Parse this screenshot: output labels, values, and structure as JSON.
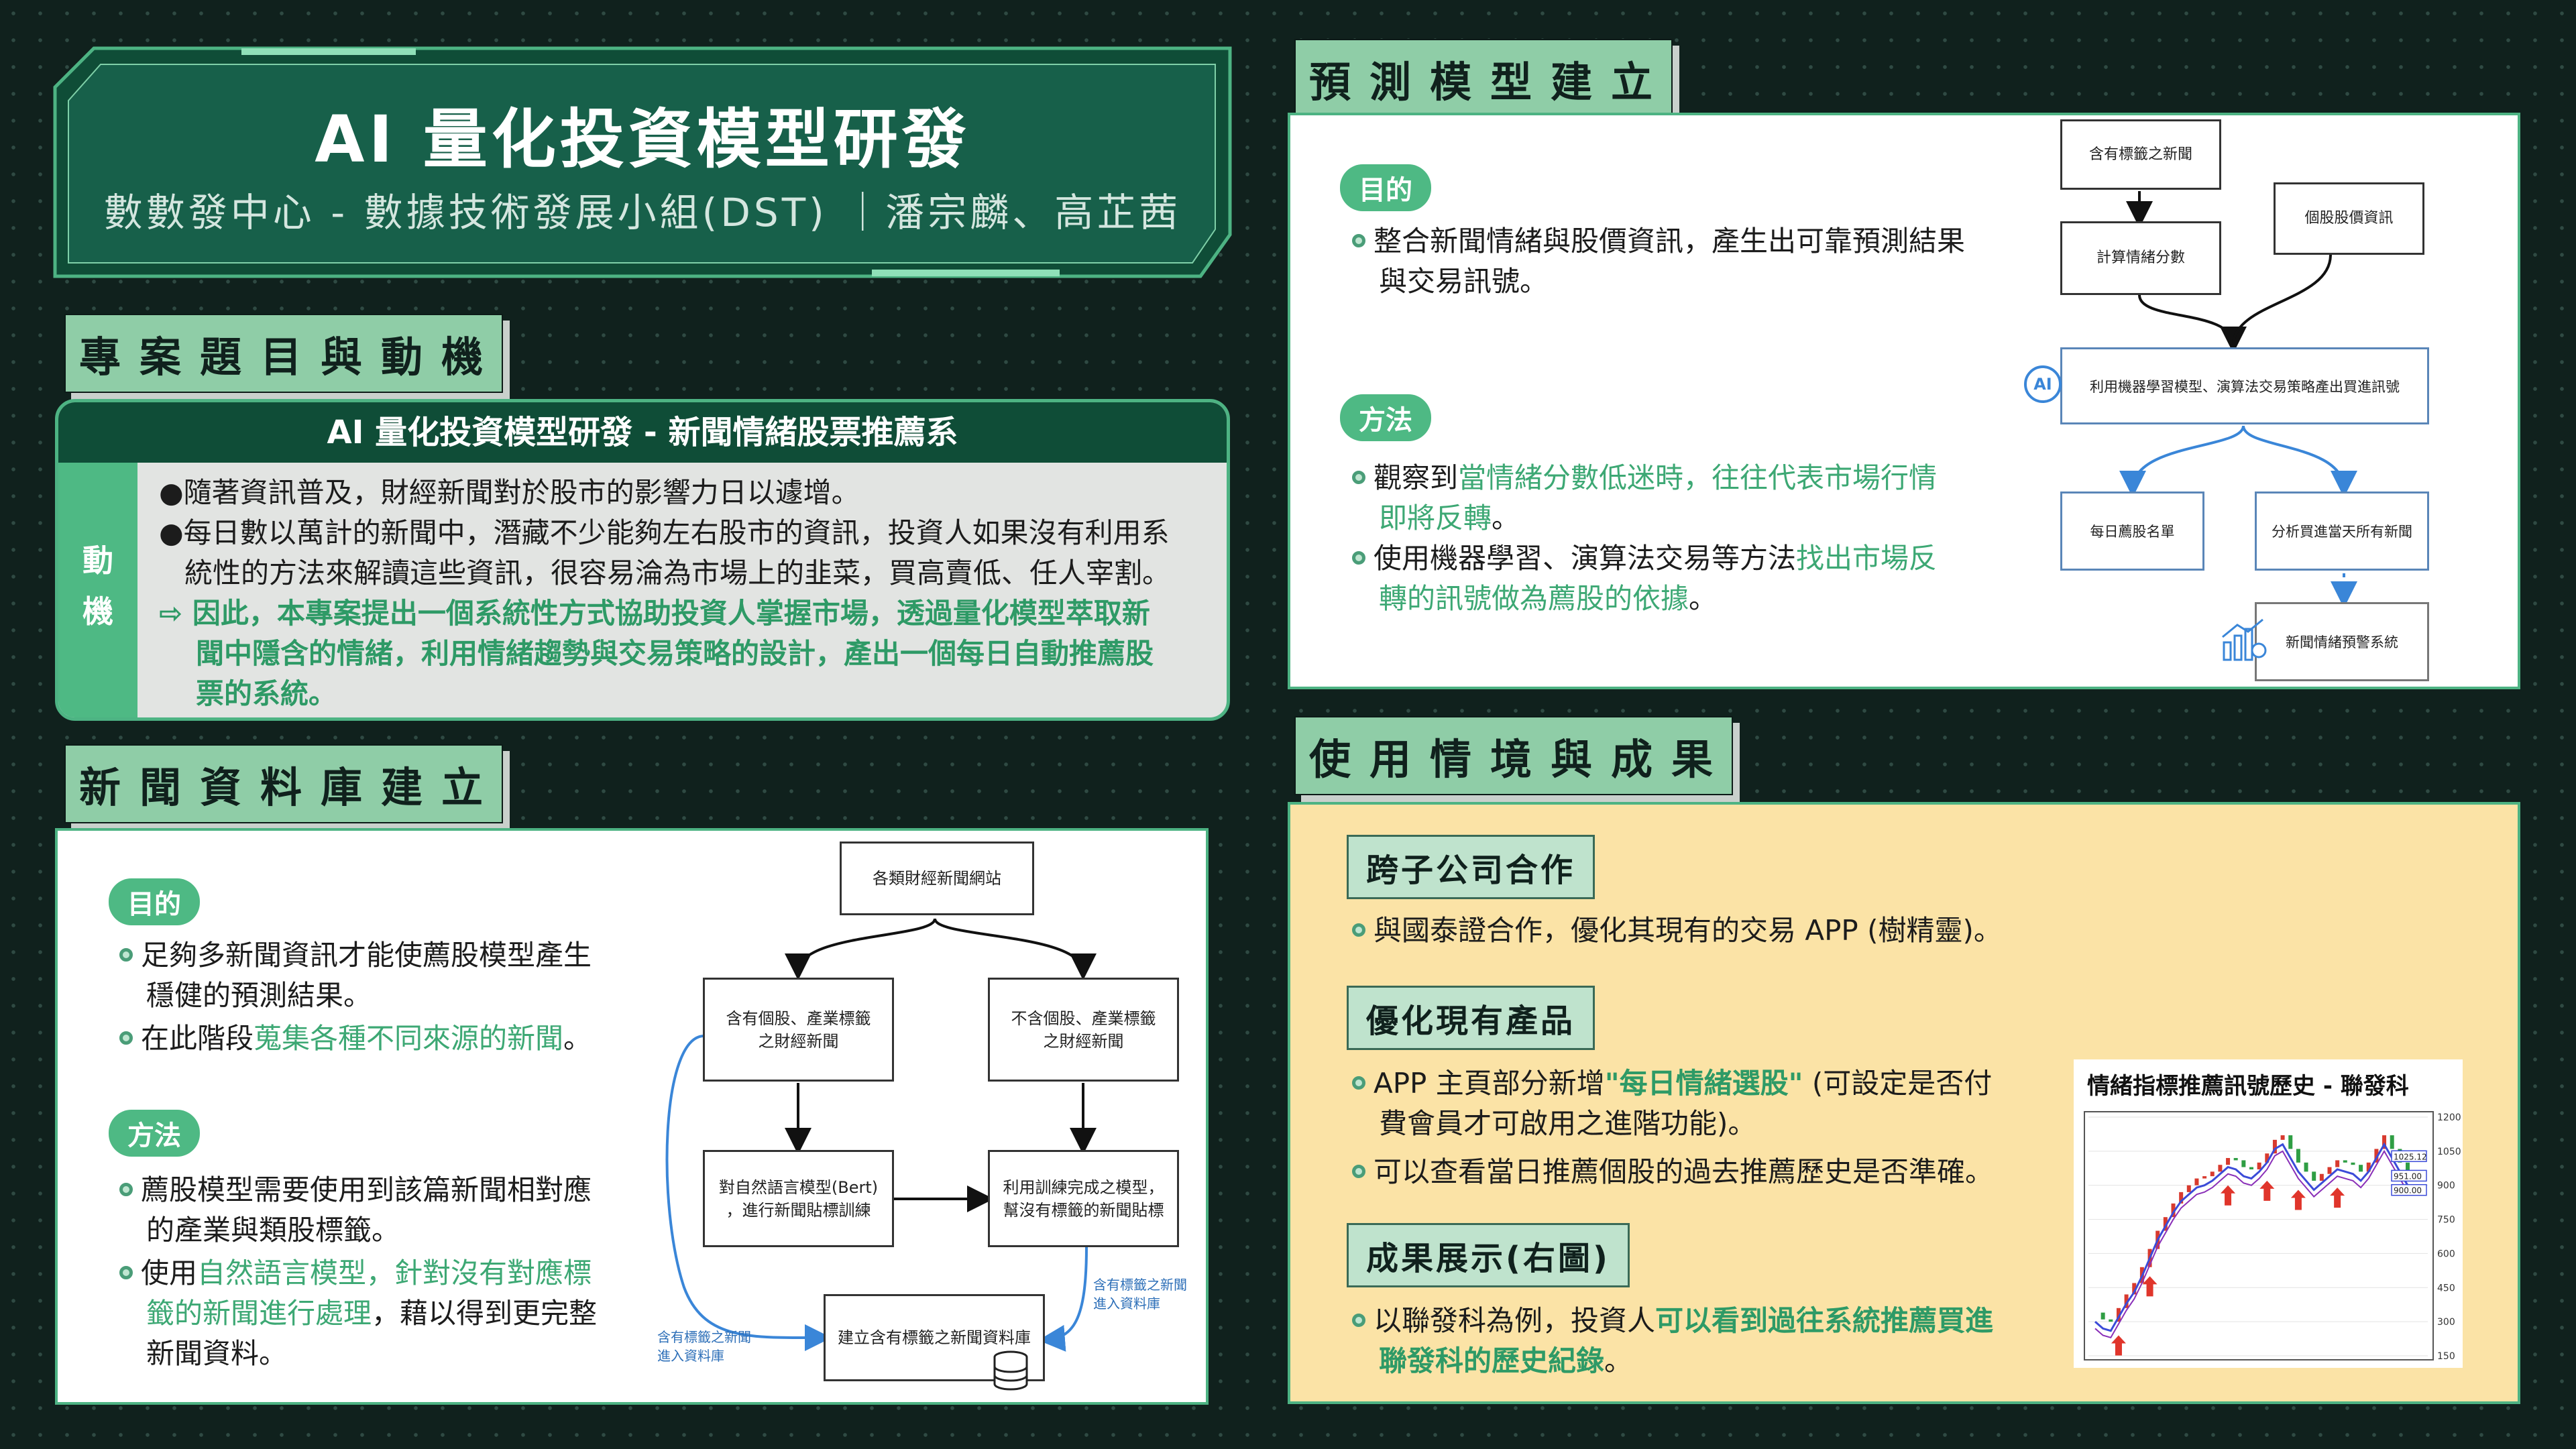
{
  "header": {
    "title": "AI 量化投資模型研發",
    "subtitle": "數數發中心 - 數據技術發展小組(DST) ｜潘宗麟、高芷茜"
  },
  "sections": {
    "motivation_tag": "專案題目與動機",
    "news_db_tag": "新聞資料庫建立",
    "model_tag": "預測模型建立",
    "usage_tag": "使用情境與成果"
  },
  "motivation": {
    "card_title": "AI 量化投資模型研發 - 新聞情緒股票推薦系",
    "side_label_1": "動",
    "side_label_2": "機",
    "bullet1": "●隨著資訊普及，財經新聞對於股市的影響力日以遽增。",
    "bullet2_line1": "●每日數以萬計的新聞中，潛藏不少能夠左右股市的資訊，投資人如果沒有利用系",
    "bullet2_line2": "統性的方法來解讀這些資訊，很容易淪為市場上的韭菜，買高賣低、任人宰割。",
    "conclusion_line1": "⇨ 因此，本專案提出一個系統性方式協助投資人掌握市場，透過量化模型萃取新",
    "conclusion_line2": "聞中隱含的情緒，利用情緒趨勢與交易策略的設計，產出一個每日自動推薦股",
    "conclusion_line3": "票的系統。"
  },
  "news_db": {
    "purpose_pill": "目的",
    "purpose_b1_l1": "足夠多新聞資訊才能使薦股模型產生",
    "purpose_b1_l2": "穩健的預測結果。",
    "purpose_b2_pre": "在此階段",
    "purpose_b2_hl": "蒐集各種不同來源的新聞",
    "purpose_b2_post": "。",
    "method_pill": "方法",
    "method_b1_l1": "薦股模型需要使用到該篇新聞相對應",
    "method_b1_l2": "的產業與類股標籤。",
    "method_b2_pre": "使用",
    "method_b2_hl1": "自然語言模型，針對沒有對應標",
    "method_b2_hl2": "籤的新聞進行處理",
    "method_b2_post1": "，藉以得到更完整",
    "method_b2_post2": "新聞資料。",
    "diagram": {
      "top": "各類財經新聞網站",
      "left_1": "含有個股、產業標籤",
      "left_2": "之財經新聞",
      "right_1": "不含個股、產業標籤",
      "right_2": "之財經新聞",
      "bert_1": "對自然語言模型(Bert)",
      "bert_2": "，進行新聞貼標訓練",
      "trained_1": "利用訓練完成之模型，",
      "trained_2": "幫沒有標籤的新聞貼標",
      "db": "建立含有標籤之新聞資料庫",
      "label_left_1": "含有標籤之新聞",
      "label_left_2": "進入資料庫",
      "label_right_1": "含有標籤之新聞",
      "label_right_2": "進入資料庫"
    }
  },
  "model": {
    "purpose_pill": "目的",
    "purpose_l1": "整合新聞情緒與股價資訊，產生出可靠預測結果",
    "purpose_l2": "與交易訊號。",
    "method_pill": "方法",
    "method_b1_pre": "觀察到",
    "method_b1_hl1": "當情緒分數低迷時，往往代表市場行情",
    "method_b1_hl2": "即將反轉",
    "method_b1_post": "。",
    "method_b2_pre": "使用機器學習、演算法交易等方法",
    "method_b2_hl1": "找出市場反",
    "method_b2_hl2": "轉的訊號做為薦股的依據",
    "method_b2_post": "。",
    "diagram": {
      "news": "含有標籤之新聞",
      "score": "計算情緒分數",
      "price": "個股股價資訊",
      "ml": "利用機器學習模型、演算法交易策略產出買進訊號",
      "ai_badge": "AI",
      "daily": "每日薦股名單",
      "analyze": "分析買進當天所有新聞",
      "alert": "新聞情緒預警系統"
    }
  },
  "usage": {
    "tag1": "跨子公司合作",
    "b1": "與國泰證合作，優化其現有的交易 APP (樹精靈)。",
    "tag2": "優化現有產品",
    "b2_l1_pre": "APP 主頁部分新增",
    "b2_l1_hl": "\"每日情緒選股\"",
    "b2_l1_post": " (可設定是否付",
    "b2_l2": "費會員才可啟用之進階功能)。",
    "b3": "可以查看當日推薦個股的過去推薦歷史是否準確。",
    "tag3": "成果展示(右圖)",
    "b4_pre": "以聯發科為例，投資人",
    "b4_hl1": "可以看到過往系統推薦買進",
    "b4_hl2": "聯發科的歷史紀錄",
    "b4_post": "。"
  },
  "chart_data": {
    "type": "line",
    "title": "情緒指標推薦訊號歷史 - 聯發科",
    "y_ticks": [
      "1200",
      "1050",
      "900",
      "750",
      "600",
      "450",
      "300",
      "150"
    ],
    "price_labels": [
      "1025.12",
      "951.00",
      "900.00"
    ],
    "series": [
      {
        "values": [
          340,
          310,
          300,
          360,
          420,
          470,
          540,
          620,
          700,
          760,
          820,
          870,
          900,
          930,
          940,
          960,
          990,
          1020,
          1010,
          980,
          970,
          1000,
          1040,
          1100,
          1120,
          1060,
          1000,
          960,
          920,
          950,
          980,
          1010,
          1000,
          990,
          960,
          1000,
          1060,
          1120,
          1060,
          1000,
          940
        ]
      }
    ],
    "buy_signals": [
      3,
      7,
      17,
      22,
      26,
      31
    ],
    "ylim": [
      150,
      1200
    ]
  },
  "colors": {
    "background": "#10211d",
    "accent_green": "#4eb984",
    "dark_green": "#0f4d37",
    "highlight_text": "#3da874",
    "yellow_card": "#fbe3a6"
  }
}
